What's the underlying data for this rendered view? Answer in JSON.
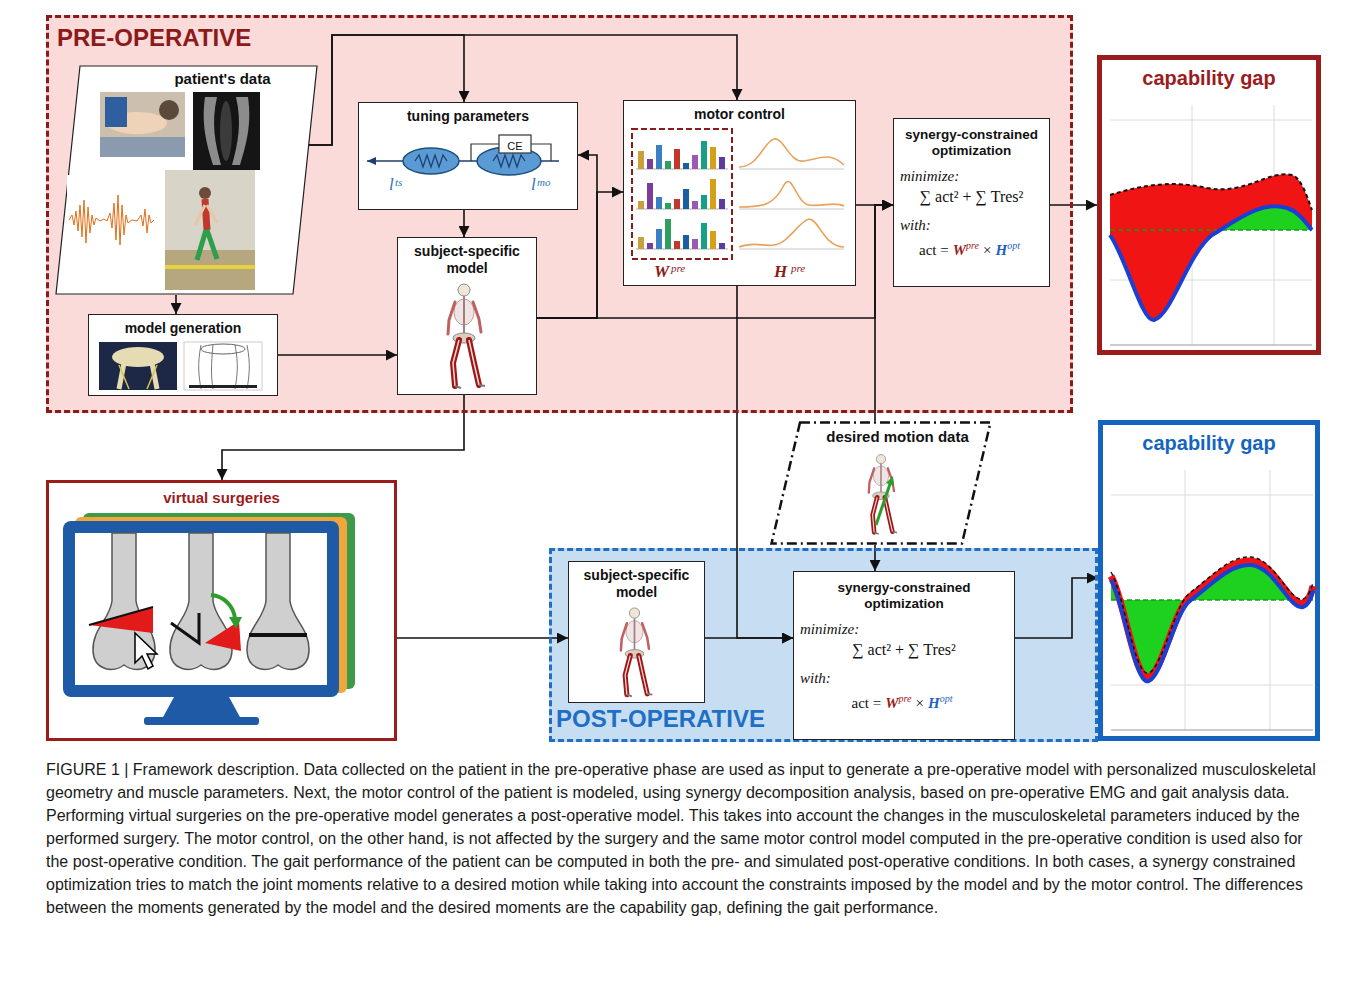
{
  "diagram": {
    "caption": "FIGURE 1 | Framework description. Data collected on the patient in the pre-operative phase are used as input to generate a pre-operative model with personalized musculoskeletal geometry and muscle parameters. Next, the motor control of the patient is modeled, using synergy decomposition analysis, based on pre-operative EMG and gait analysis data. Performing virtual surgeries on the pre-operative model generates a post-operative model. This takes into account the changes in the musculoskeletal parameters induced by the performed surgery. The motor control, on the other hand, is not affected by the surgery and the same motor control model computed in the pre-operative condition is used also for the post-operative condition. The gait performance of the patient can be computed in both the pre- and simulated post-operative conditions. In both cases, a synergy constrained optimization tries to match the joint moments relative to a desired motion while taking into account the constraints imposed by the model and by the motor control. The differences between the moments generated by the model and the desired moments are the capability gap, defining the gait performance.",
    "nodes": [
      {
        "text": [
          "PRE-OPERATIVE"
        ]
      },
      {
        "text": [
          "patient's data"
        ],
        "in": 0
      },
      {
        "text": [
          "tuning parameters"
        ],
        "in": 0
      },
      {
        "text": [
          "motor control"
        ],
        "in": 0
      },
      {
        "text": [
          "synergy-constrained optimization",
          "minimize:",
          "∑ act² + ∑ Tres²",
          "with:",
          "act =",
          "W",
          "pre",
          "×",
          "H",
          "opt"
        ],
        "in": 0
      },
      {
        "text": [
          "capability gap"
        ]
      },
      {
        "text": [
          "model generation"
        ],
        "in": 0
      },
      {
        "text": [
          "subject-specific model"
        ],
        "in": 0
      },
      {
        "text": [
          "desired motion data"
        ]
      },
      {
        "text": [
          "virtual surgeries"
        ]
      },
      {
        "text": [
          "capability gap"
        ]
      },
      {
        "text": [
          "POST-OPERATIVE"
        ]
      },
      {
        "text": [
          "subject-specific model"
        ],
        "in": 11
      },
      {
        "text": [
          "synergy-constrained optimization",
          "minimize:",
          "∑ act² + ∑ Tres²",
          "with:",
          "act =",
          "W",
          "pre",
          "×",
          "H",
          "opt"
        ],
        "in": 11
      }
    ],
    "edges": [
      {
        "from": 1,
        "to": 6,
        "arrow": "to"
      },
      {
        "from": 1,
        "to": 2,
        "arrow": "to"
      },
      {
        "from": 1,
        "to": 3,
        "arrow": "to"
      },
      {
        "from": 6,
        "to": 7,
        "arrow": "to"
      },
      {
        "from": 2,
        "to": 7,
        "arrow": "to"
      },
      {
        "from": 7,
        "to": 2,
        "arrow": "to"
      },
      {
        "from": 7,
        "to": 3,
        "arrow": "to"
      },
      {
        "from": 7,
        "to": 4,
        "arrow": "to"
      },
      {
        "from": 3,
        "to": 4,
        "arrow": "to"
      },
      {
        "from": 8,
        "to": 4,
        "arrow": "to"
      },
      {
        "from": 4,
        "to": 5,
        "arrow": "to"
      },
      {
        "from": 7,
        "to": 9,
        "arrow": "to"
      },
      {
        "from": 9,
        "to": 12,
        "arrow": "to"
      },
      {
        "from": 12,
        "to": 13,
        "arrow": "to"
      },
      {
        "from": 3,
        "to": 13,
        "arrow": "to"
      },
      {
        "from": 8,
        "to": 13,
        "arrow": "to"
      },
      {
        "from": 13,
        "to": 10,
        "arrow": "to"
      }
    ],
    "labels": [
      "l",
      "ts",
      "CE",
      "l",
      "mo",
      "W",
      "pre",
      "H",
      "pre"
    ]
  }
}
